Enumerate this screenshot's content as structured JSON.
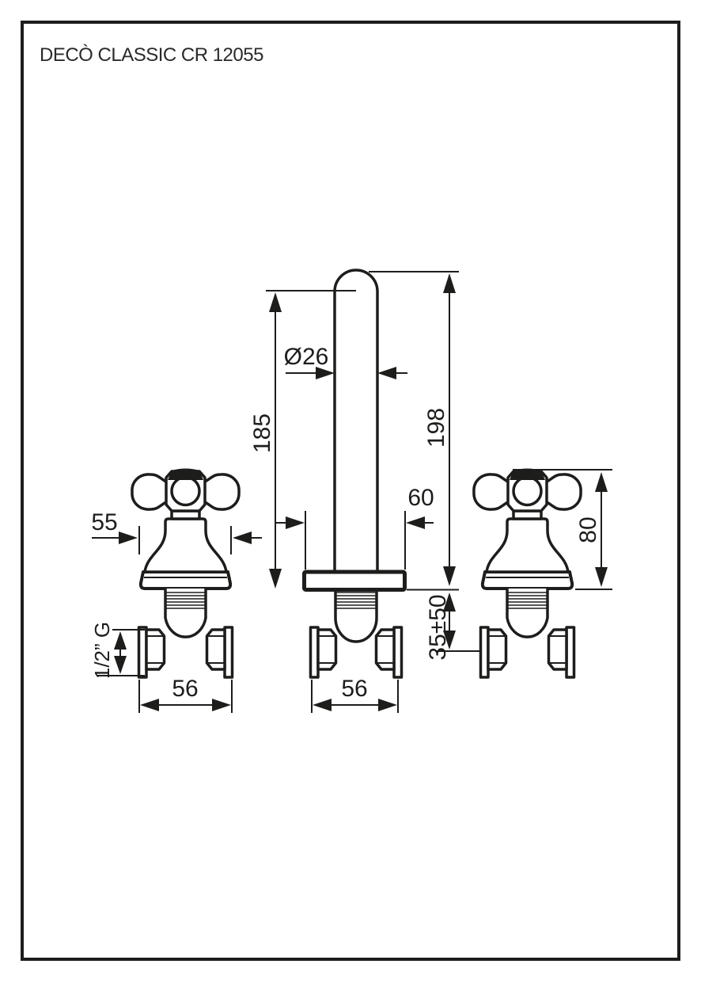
{
  "page": {
    "title": "DECÒ CLASSIC CR 12055"
  },
  "dimensions": {
    "spout_diameter": "Ø26",
    "spout_height_to_shoulder": "185",
    "spout_height_overall": "198",
    "spout_base_width": "60",
    "handle_width": "55",
    "handle_height": "80",
    "wall_mount_depth": "35±50",
    "left_valve_connection_width": "56",
    "spout_connection_width": "56",
    "thread": "1/2” G"
  },
  "colors": {
    "line": "#1d1d1b",
    "background": "#ffffff"
  }
}
